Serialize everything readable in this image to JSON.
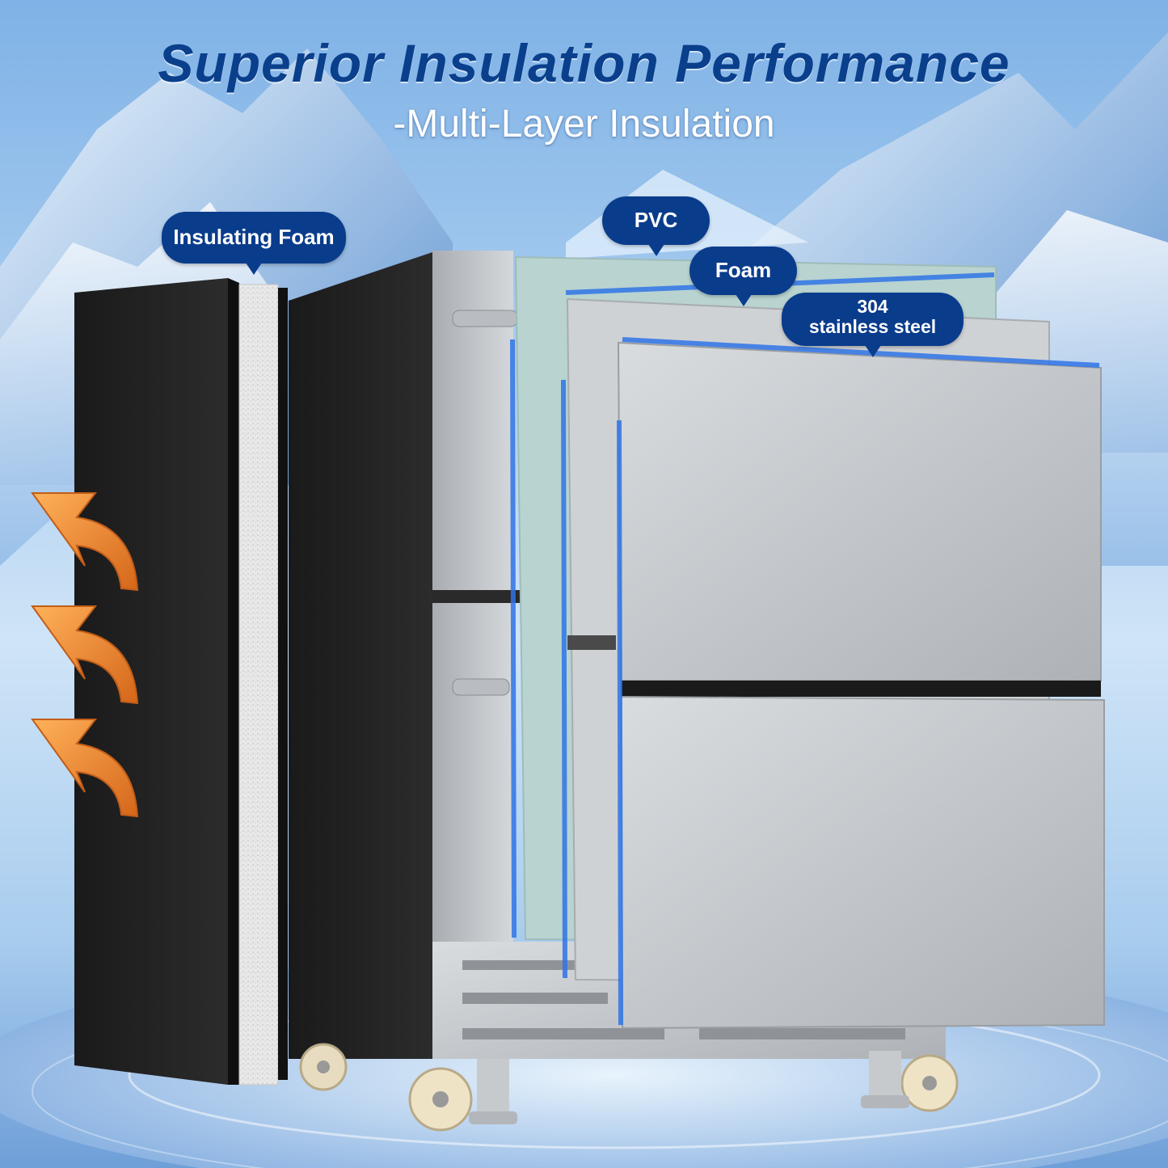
{
  "title": "Superior Insulation Performance",
  "subtitle": "-Multi-Layer Insulation",
  "labels": {
    "insulating_foam": "Insulating Foam",
    "pvc": "PVC",
    "foam": "Foam",
    "steel_line1": "304",
    "steel_line2": "stainless steel"
  },
  "colors": {
    "title": "#0a3f8c",
    "bubble": "#0a3c8c",
    "arrow": "#f08a2a"
  },
  "icons": [
    "heat-arrow-icon",
    "heat-arrow-icon",
    "heat-arrow-icon"
  ]
}
